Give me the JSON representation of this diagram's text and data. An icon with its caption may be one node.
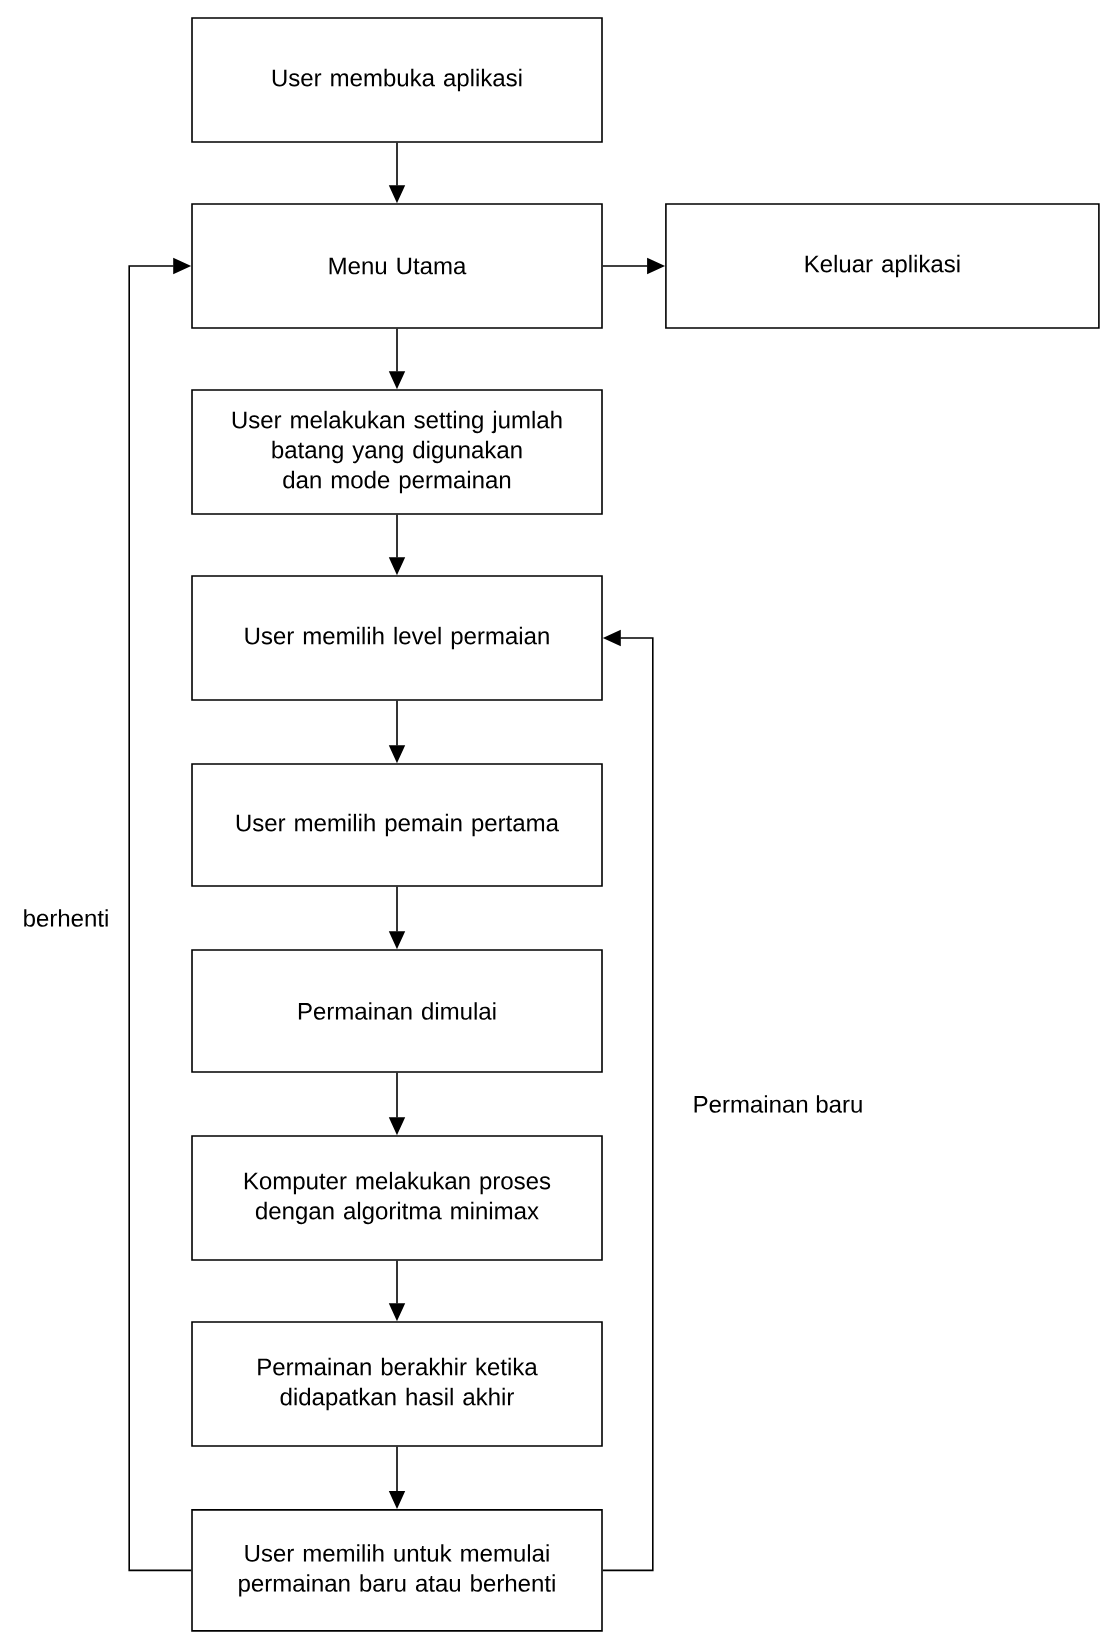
{
  "diagram": {
    "nodes": [
      {
        "text": [
          "User membuka aplikasi"
        ]
      },
      {
        "text": [
          "Menu Utama"
        ]
      },
      {
        "text": [
          "Keluar aplikasi"
        ]
      },
      {
        "text": [
          "User melakukan setting jumlah batang yang digunakan dan mode permainan"
        ]
      },
      {
        "text": [
          "User memilih level permaian"
        ]
      },
      {
        "text": [
          "User memilih pemain pertama"
        ]
      },
      {
        "text": [
          "Permainan dimulai"
        ]
      },
      {
        "text": [
          "Komputer melakukan proses dengan algoritma minimax"
        ]
      },
      {
        "text": [
          "Permainan berakhir ketika didapatkan hasil akhir"
        ]
      },
      {
        "text": [
          "User memilih untuk memulai permainan baru atau berhenti"
        ]
      }
    ],
    "edges": [
      {
        "from": 0,
        "to": 1,
        "arrow": "to"
      },
      {
        "from": 1,
        "to": 2,
        "arrow": "to"
      },
      {
        "from": 1,
        "to": 3,
        "arrow": "to"
      },
      {
        "from": 3,
        "to": 4,
        "arrow": "to"
      },
      {
        "from": 4,
        "to": 5,
        "arrow": "to"
      },
      {
        "from": 5,
        "to": 6,
        "arrow": "to"
      },
      {
        "from": 6,
        "to": 7,
        "arrow": "to"
      },
      {
        "from": 7,
        "to": 8,
        "arrow": "to"
      },
      {
        "from": 8,
        "to": 9,
        "arrow": "to"
      },
      {
        "from": 9,
        "to": 1,
        "arrow": "to",
        "label": "berhenti"
      },
      {
        "from": 9,
        "to": 4,
        "arrow": "to",
        "label": "Permainan baru"
      }
    ]
  }
}
